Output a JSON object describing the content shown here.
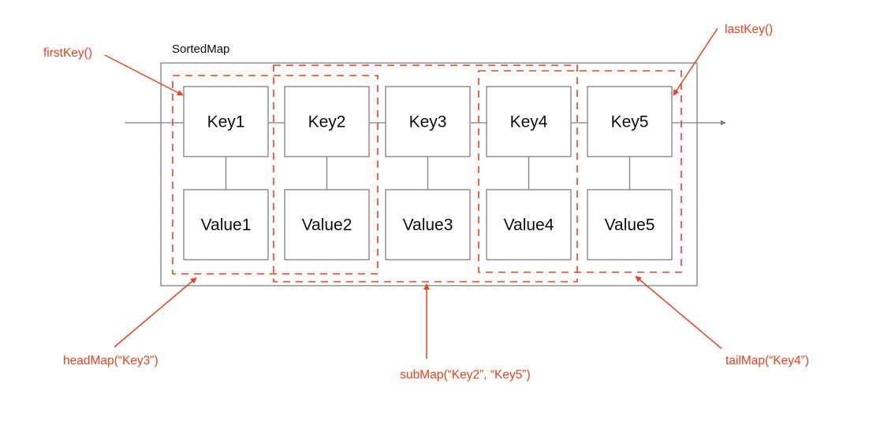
{
  "diagram": {
    "type": "sorted-map-structure-diagram",
    "container_label": "SortedMap",
    "colors": {
      "accent_red": "#e8411f",
      "line_gray": "#7f7f7f",
      "text_black": "#0d0d0d",
      "background": "#ffffff"
    },
    "entries": [
      {
        "key": "Key1",
        "value": "Value1"
      },
      {
        "key": "Key2",
        "value": "Value2"
      },
      {
        "key": "Key3",
        "value": "Value3"
      },
      {
        "key": "Key4",
        "value": "Value4"
      },
      {
        "key": "Key5",
        "value": "Value5"
      }
    ],
    "callouts": [
      {
        "id": "first-key",
        "label": "firstKey()",
        "target": "Key1 box top-left corner",
        "position": "top-left"
      },
      {
        "id": "last-key",
        "label": "lastKey()",
        "target": "Key5 box top-right corner",
        "position": "top-right"
      },
      {
        "id": "head-map",
        "label": "headMap(“Key3”)",
        "target": "dashed region covering Key1 and Key2",
        "position": "bottom-left"
      },
      {
        "id": "sub-map",
        "label": "subMap(“Key2”, “Key5”)",
        "target": "dashed region covering Key2, Key3 and Key4",
        "position": "bottom-center"
      },
      {
        "id": "tail-map",
        "label": "tailMap(“Key4”)",
        "target": "dashed region covering Key4 and Key5",
        "position": "bottom-right"
      }
    ],
    "regions": [
      {
        "id": "head-map-region",
        "covers": [
          "Key1",
          "Key2"
        ]
      },
      {
        "id": "sub-map-region",
        "covers": [
          "Key2",
          "Key3",
          "Key4"
        ]
      },
      {
        "id": "tail-map-region",
        "covers": [
          "Key4",
          "Key5"
        ]
      }
    ]
  }
}
